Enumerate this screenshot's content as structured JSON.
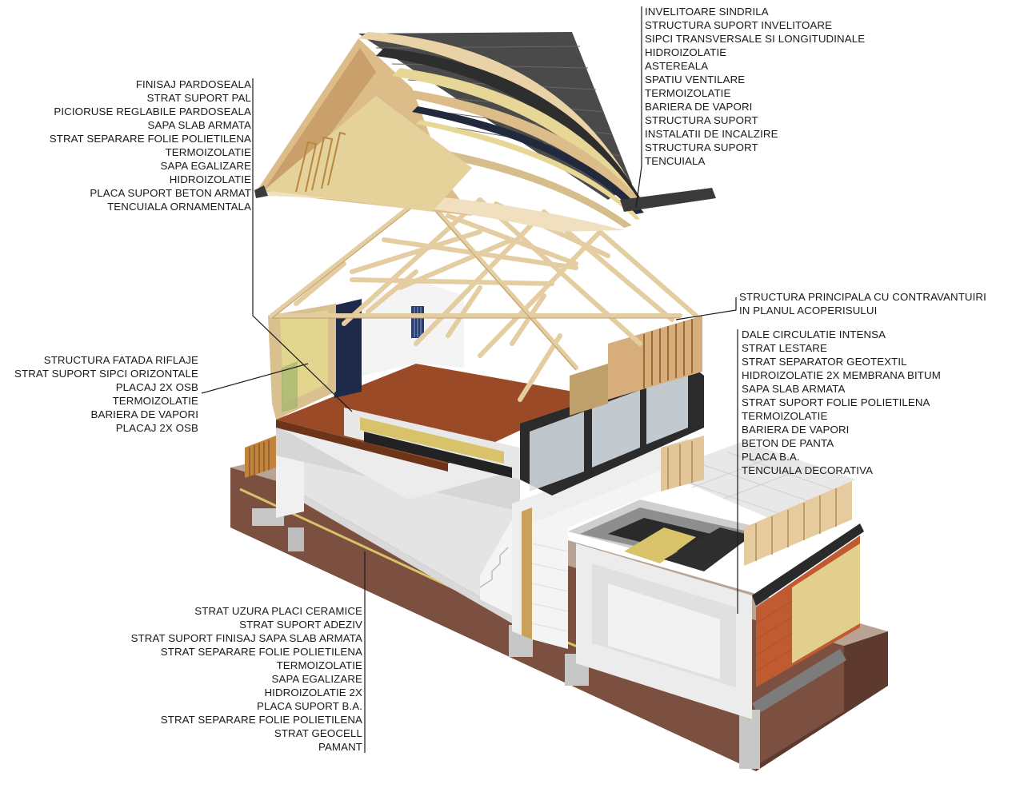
{
  "label_groups": {
    "roof": [
      "INVELITOARE SINDRILA",
      "STRUCTURA SUPORT INVELITOARE",
      "SIPCI TRANSVERSALE SI LONGITUDINALE",
      "HIDROIZOLATIE",
      "ASTEREALA",
      "SPATIU VENTILARE",
      "TERMOIZOLATIE",
      "BARIERA DE VAPORI",
      "STRUCTURA SUPORT",
      "INSTALATII DE INCALZIRE",
      "STRUCTURA SUPORT",
      "TENCUIALA"
    ],
    "floor": [
      "FINISAJ PARDOSEALA",
      "STRAT SUPORT PAL",
      "PICIORUSE REGLABILE  PARDOSEALA",
      "SAPA SLAB ARMATA",
      "STRAT SEPARARE  FOLIE POLIETILENA",
      "TERMOIZOLATIE",
      "SAPA EGALIZARE",
      "HIDROIZOLATIE",
      "PLACA SUPORT BETON ARMAT",
      "TENCUIALA ORNAMENTALA"
    ],
    "structure": [
      "STRUCTURA PRINCIPALA CU CONTRAVANTUIRI",
      "IN PLANUL ACOPERISULUI"
    ],
    "terrace": [
      "DALE CIRCULATIE INTENSA",
      "STRAT LESTARE",
      "STRAT SEPARATOR GEOTEXTIL",
      "HIDROIZOLATIE 2X MEMBRANA BITUM",
      "SAPA SLAB ARMATA",
      "STRAT SUPORT FOLIE POLIETILENA",
      "TERMOIZOLATIE",
      "BARIERA DE VAPORI",
      "BETON DE PANTA",
      "PLACA B.A.",
      "TENCUIALA DECORATIVA"
    ],
    "facade": [
      "STRUCTURA FATADA RIFLAJE",
      "STRAT SUPORT SIPCI ORIZONTALE",
      "PLACAJ 2X OSB",
      "TERMOIZOLATIE",
      "BARIERA DE VAPORI",
      "PLACAJ 2X OSB"
    ],
    "ground": [
      "STRAT UZURA PLACI CERAMICE",
      "STRAT SUPORT ADEZIV",
      "STRAT SUPORT FINISAJ SAPA SLAB ARMATA",
      "STRAT SEPARARE FOLIE POLIETILENA",
      "TERMOIZOLATIE",
      "SAPA EGALIZARE",
      "HIDROIZOLATIE 2X",
      "PLACA SUPORT B.A.",
      "STRAT SEPARARE FOLIE POLIETILENA",
      "STRAT GEOCELL",
      "PAMANT"
    ]
  },
  "colors": {
    "text": "#1a1a1a",
    "leader_line": "#1a1a1a",
    "shingle": "#4a4a4a",
    "timber_light": "#e8d2a6",
    "timber_mid": "#d4b07a",
    "insulation": "#e6d894",
    "membrane_dark": "#22293d",
    "floor_wood": "#9a4a26",
    "plaster_white": "#eeeeee",
    "concrete_grey": "#cfcfcf",
    "soil": "#7b5040",
    "brick": "#c05a30",
    "window_frame": "#1e1e1e"
  }
}
